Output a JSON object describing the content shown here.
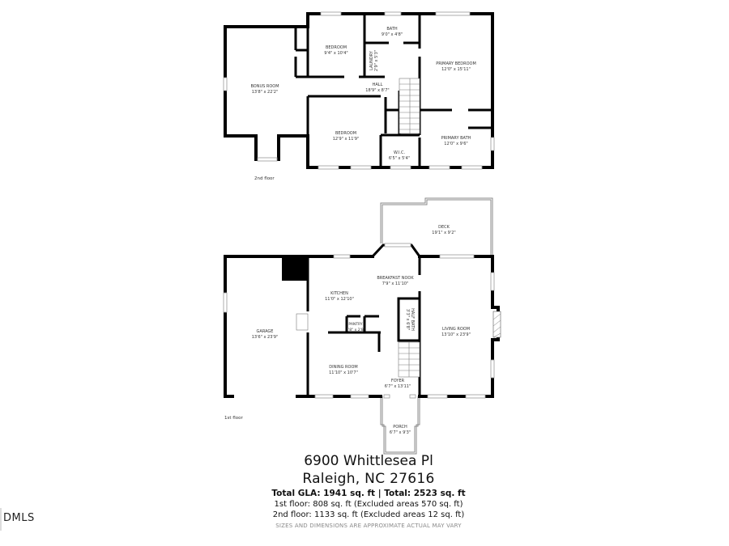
{
  "floor2": {
    "label": "2nd floor",
    "rooms": [
      {
        "name": "BONUS ROOM",
        "dim": "13'8\" x 22'2\""
      },
      {
        "name": "BEDROOM",
        "dim": "9'4\" x 10'4\""
      },
      {
        "name": "BATH",
        "dim": "9'0\" x 4'8\""
      },
      {
        "name": "LAUNDRY",
        "dim": "2'9\" x 5'3\""
      },
      {
        "name": "PRIMARY BEDROOM",
        "dim": "12'0\" x 15'11\""
      },
      {
        "name": "HALL",
        "dim": "18'9\" x 8'7\""
      },
      {
        "name": "BEDROOM",
        "dim": "12'9\" x 11'9\""
      },
      {
        "name": "W.I.C.",
        "dim": "6'5\" x 5'4\""
      },
      {
        "name": "PRIMARY BATH",
        "dim": "12'0\" x 9'6\""
      }
    ]
  },
  "floor1": {
    "label": "1st floor",
    "rooms": [
      {
        "name": "DECK",
        "dim": "19'1\" x 9'2\""
      },
      {
        "name": "BREAKFAST NOOK",
        "dim": "7'9\" x 11'10\""
      },
      {
        "name": "KITCHEN",
        "dim": "11'0\" x 12'10\""
      },
      {
        "name": "GARAGE",
        "dim": "13'6\" x 23'9\""
      },
      {
        "name": "PANTRY",
        "dim": "1'8\" x 2'8\""
      },
      {
        "name": "HALF BATH",
        "dim": "3'3\" x 6'8\""
      },
      {
        "name": "LIVING ROOM",
        "dim": "13'10\" x 23'9\""
      },
      {
        "name": "DINING ROOM",
        "dim": "11'10\" x 10'7\""
      },
      {
        "name": "FOYER",
        "dim": "6'7\" x 13'11\""
      },
      {
        "name": "PORCH",
        "dim": "6'7\" x 9'3\""
      }
    ]
  },
  "footer": {
    "address_line1": "6900 Whittlesea Pl",
    "address_line2": "Raleigh, NC  27616",
    "totals": "Total GLA: 1941 sq. ft | Total: 2523 sq. ft",
    "floor1_area": "1st floor: 808 sq. ft (Excluded areas 570 sq. ft)",
    "floor2_area": "2nd floor: 1133 sq. ft (Excluded areas 12 sq. ft)",
    "disclaimer": "SIZES AND DIMENSIONS ARE APPROXIMATE ACTUAL MAY VARY"
  },
  "logo": {
    "text": "DMLS"
  },
  "colors": {
    "wall": "#000000",
    "window": "#9a9a9a",
    "background": "#ffffff",
    "disclaimer": "#8a8a8a"
  }
}
